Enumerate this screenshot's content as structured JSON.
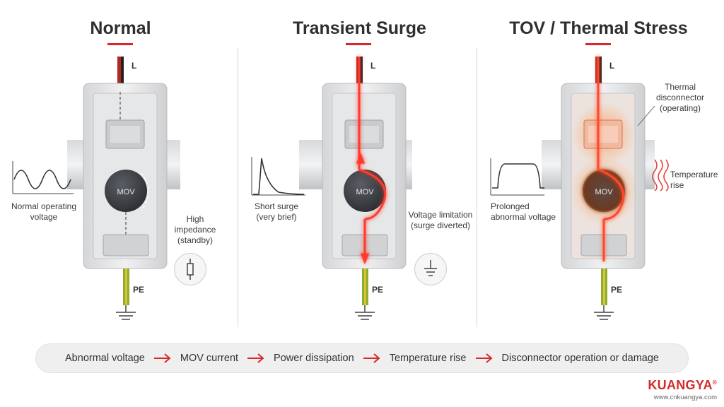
{
  "colors": {
    "accent": "#d42a2a",
    "surge_glow": "#ff3b2f",
    "thermal_glow": "#ff7a1a",
    "line_wire": "#b0281f",
    "pe_wire": "#8fae2c",
    "mov_body": "#3a3d42"
  },
  "panels": [
    {
      "title": "Normal",
      "wire_l": "L",
      "wire_pe": "PE",
      "mov_label": "MOV",
      "waveform_caption": "Normal operating voltage",
      "side_caption": "High impedance (standby)",
      "side_icon": "resistor-icon",
      "state": "normal"
    },
    {
      "title": "Transient Surge",
      "wire_l": "L",
      "wire_pe": "PE",
      "mov_label": "MOV",
      "waveform_caption": "Short surge (very brief)",
      "side_caption": "Voltage limitation (surge diverted)",
      "side_icon": "ground-icon",
      "state": "surge"
    },
    {
      "title": "TOV / Thermal Stress",
      "wire_l": "L",
      "wire_pe": "PE",
      "mov_label": "MOV",
      "waveform_caption": "Prolonged abnormal voltage",
      "top_callout": "Thermal disconnector (operating)",
      "side_caption": "Temperature rise",
      "side_icon": "heat-waves-icon",
      "state": "thermal"
    }
  ],
  "flow": {
    "steps": [
      "Abnormal voltage",
      "MOV current",
      "Power dissipation",
      "Temperature rise",
      "Disconnector operation or damage"
    ],
    "arrow_icon": "right-arrow-icon"
  },
  "brand": {
    "name": "KUANGYA",
    "reg": "®",
    "url": "www.cnkuangya.com"
  }
}
